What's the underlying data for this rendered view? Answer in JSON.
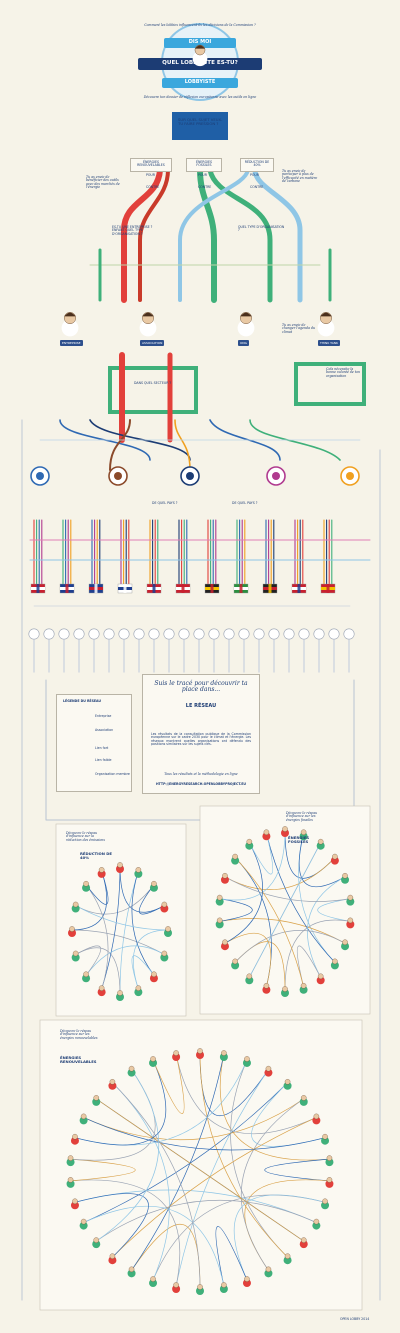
{
  "header": {
    "top_arc": "Comment les lobbies influencent-ils les décisions de la Commission ?",
    "banner_top": "DIS MOI",
    "title": "QUEL LOBBYISTE ES-TU?",
    "banner_bottom": "LOBBYISTE",
    "bottom_arc": "Découvre ton dossier de réflexion européenne avec les outils en ligne"
  },
  "start_question": "SUR QUEL SUJET VEUX-TU FAIRE PRESSION ?",
  "topics": [
    {
      "label": "ÉNERGIES RENOUVELABLES",
      "pour": "POUR",
      "contre": "CONTRE"
    },
    {
      "label": "ÉNERGIES FOSSILES",
      "pour": "POUR",
      "contre": "CONTRE"
    },
    {
      "label": "RÉDUCTION DE 40%",
      "pour": "POUR",
      "contre": "CONTRE"
    }
  ],
  "questions": {
    "org_type_a": "ES-TU UNE ENTREPRISE ? ENFANT QUEL TYPE D'ORGANISATION ?",
    "org_type_b": "QUEL TYPE D'ORGANISATION ?",
    "which_sector": "DANS QUEL SECTEUR ?",
    "which_country": "DE QUEL PAYS ?",
    "which_partner": "DE QUEL PAYS ?"
  },
  "people": [
    {
      "label": "ENTREPRISE"
    },
    {
      "label": "ASSOCIATION"
    },
    {
      "label": "ONG"
    },
    {
      "label": "THINK TANK"
    }
  ],
  "notes": {
    "n1": "Tu as envie de bénéficier des outils avec des marchés de l'énergie",
    "n2": "Tu as envie de participer à plus de l'efficacité en matière de carbone",
    "n3": "Tu as envie de changer l'agenda du climat",
    "n4": "Cela nécessite la bonne volonté de ton organisation"
  },
  "flags": [
    {
      "name": "Norvège",
      "c": [
        "#c8202f",
        "#ffffff",
        "#1f3f8f"
      ]
    },
    {
      "name": "France",
      "c": [
        "#1f3f8f",
        "#ffffff",
        "#c8202f"
      ]
    },
    {
      "name": "Royaume-Uni",
      "c": [
        "#1f3f8f",
        "#c8202f",
        "#ffffff"
      ]
    },
    {
      "name": "Finlande",
      "c": [
        "#ffffff",
        "#1f3f8f",
        "#ffffff"
      ]
    },
    {
      "name": "Pays-Bas",
      "c": [
        "#c8202f",
        "#ffffff",
        "#1f3f8f"
      ]
    },
    {
      "name": "Danemark",
      "c": [
        "#c8202f",
        "#ffffff",
        "#c8202f"
      ]
    },
    {
      "name": "Belgique",
      "c": [
        "#222222",
        "#f2c200",
        "#c8202f"
      ]
    },
    {
      "name": "Italie",
      "c": [
        "#2a8f3f",
        "#ffffff",
        "#c8202f"
      ]
    },
    {
      "name": "Allemagne",
      "c": [
        "#222222",
        "#c8202f",
        "#f2c200"
      ]
    },
    {
      "name": "États-Unis",
      "c": [
        "#c8202f",
        "#ffffff",
        "#1f3f8f"
      ]
    },
    {
      "name": "Espagne",
      "c": [
        "#c8202f",
        "#f2c200",
        "#c8202f"
      ]
    }
  ],
  "network_intro": {
    "title": "Suis le tracé pour découvrir ta place dans...",
    "banner": "LE RÉSEAU",
    "paragraph": "Les résultats de la consultation publique de la Commission européenne sur le cadre 2030 pour le climat et l'énergie. Les réseaux montrent quelles organisations ont défendu des positions similaires sur les sujets clés.",
    "footer": "Tous les résultats et la méthodologie en ligne",
    "url": "HTTP://ENERGYRESEARCH.OPENLOBBYPROJECT.EU"
  },
  "legend": {
    "title": "LÉGENDE DU RÉSEAU",
    "items": [
      "Entreprise",
      "Association",
      "Lien fort",
      "Lien faible",
      "Organisation membre"
    ]
  },
  "networks": [
    {
      "title": "RÉDUCTION DE 40%",
      "note": "Découvre le réseau d'influence sur la réduction des émissions"
    },
    {
      "title": "ÉNERGIES FOSSILES",
      "note": "Découvre le réseau d'influence sur les énergies fossiles"
    },
    {
      "title": "ÉNERGIES RENOUVELABLES",
      "note": "Découvre le réseau d'influence sur les énergies renouvelables"
    }
  ],
  "credit": "OPEN LOBBY 2014",
  "colors": {
    "red": "#e2403b",
    "green": "#3fb07a",
    "blue": "#2f69b3",
    "lightblue": "#8fc6e6",
    "navy": "#1c3c74",
    "cream": "#f6f3e8"
  }
}
